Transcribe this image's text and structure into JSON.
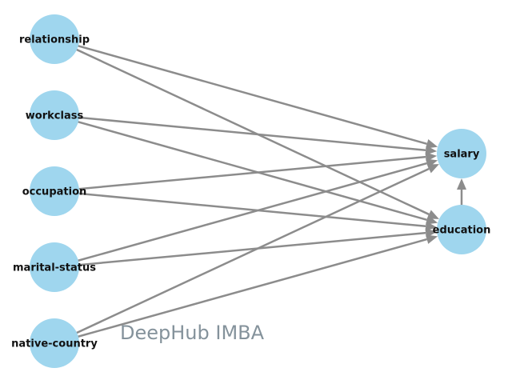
{
  "graph": {
    "nodes": [
      {
        "id": "relationship",
        "label": "relationship",
        "side": "left",
        "row": 0
      },
      {
        "id": "workclass",
        "label": "workclass",
        "side": "left",
        "row": 1
      },
      {
        "id": "occupation",
        "label": "occupation",
        "side": "left",
        "row": 2
      },
      {
        "id": "marital-status",
        "label": "marital-status",
        "side": "left",
        "row": 3
      },
      {
        "id": "native-country",
        "label": "native-country",
        "side": "left",
        "row": 4
      },
      {
        "id": "salary",
        "label": "salary",
        "side": "right",
        "row": 0
      },
      {
        "id": "education",
        "label": "education",
        "side": "right",
        "row": 1
      }
    ],
    "edges": [
      [
        "relationship",
        "salary"
      ],
      [
        "relationship",
        "education"
      ],
      [
        "workclass",
        "salary"
      ],
      [
        "workclass",
        "education"
      ],
      [
        "occupation",
        "salary"
      ],
      [
        "occupation",
        "education"
      ],
      [
        "marital-status",
        "salary"
      ],
      [
        "marital-status",
        "education"
      ],
      [
        "native-country",
        "salary"
      ],
      [
        "native-country",
        "education"
      ],
      [
        "education",
        "salary"
      ]
    ],
    "node_color": "#9fd6ee",
    "edge_color": "#8c8c8c"
  },
  "watermark": "DeepHub IMBA"
}
